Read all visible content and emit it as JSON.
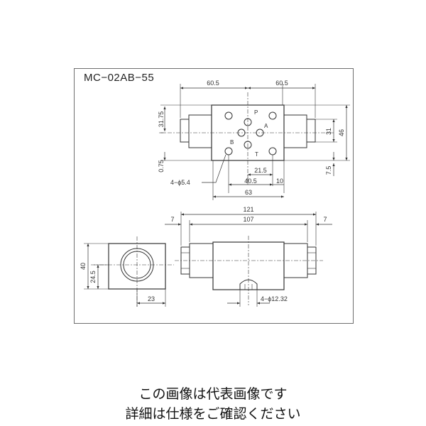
{
  "model_title": "MC−02AB−55",
  "top_view": {
    "dim_left_half": "60.5",
    "dim_right_half": "60.5",
    "dim_31_75": "31.75",
    "dim_0_75": "0.75",
    "dim_31": "31",
    "dim_46": "46",
    "dim_7_5": "7.5",
    "dim_21_5": "21.5",
    "dim_40_5": "40.5",
    "dim_10": "10",
    "dim_63": "63",
    "hole_note": "4−ϕ5.4",
    "port_p": "P",
    "port_a": "A",
    "port_b": "B",
    "port_t": "T"
  },
  "front_view": {
    "dim_121": "121",
    "dim_107": "107",
    "dim_7_left": "7",
    "dim_7_right": "7",
    "hole_note": "4−ϕ12.32"
  },
  "side_view": {
    "dim_40": "40",
    "dim_24_5": "24.5",
    "dim_23": "23"
  },
  "caption": {
    "line1": "この画像は代表画像です",
    "line2": "詳細は仕様をご確認ください"
  }
}
